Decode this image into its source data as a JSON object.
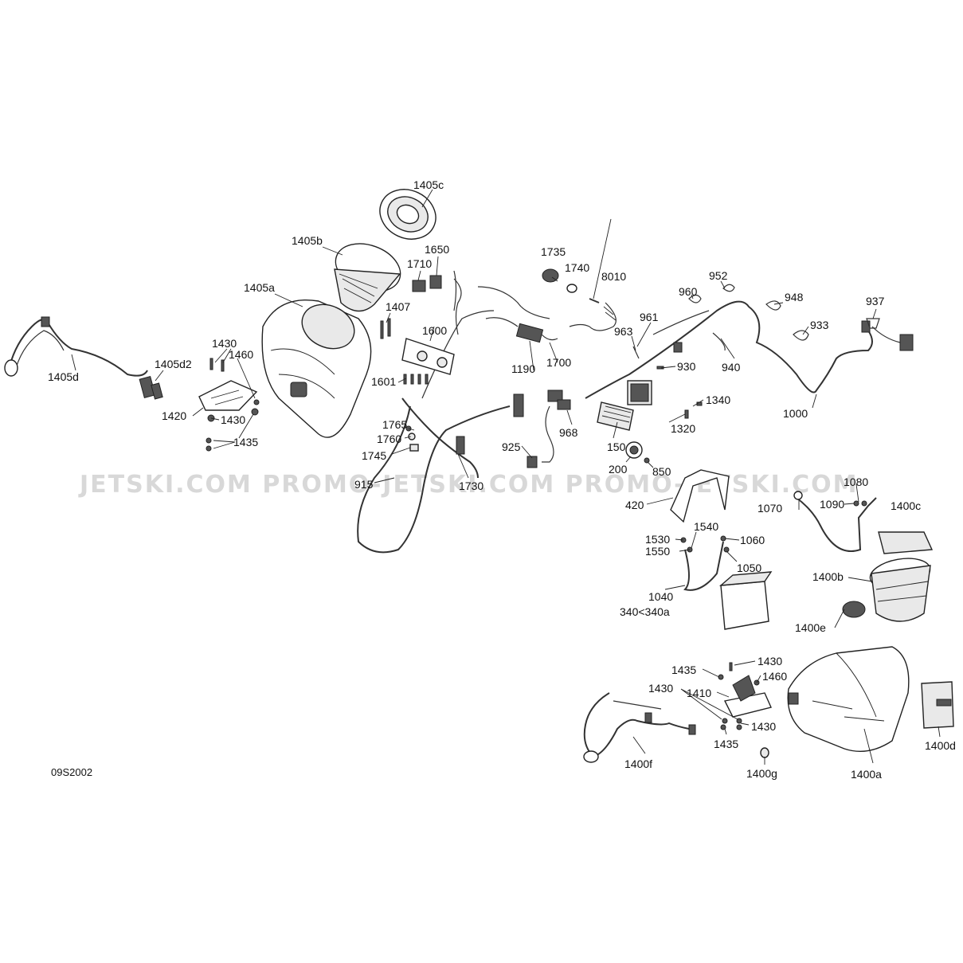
{
  "diagram_code": "09S2002",
  "watermark": "JETSKI.COM   PROMO-JETSKI.COM   PROMO-JETSKI.COM",
  "labels": {
    "l1405c": "1405c",
    "l1405b": "1405b",
    "l1405a": "1405a",
    "l1405d": "1405d",
    "l1405d2": "1405d2",
    "l1430a": "1430",
    "l1460a": "1460",
    "l1420": "1420",
    "l1430b": "1430",
    "l1435a": "1435",
    "l1407": "1407",
    "l1710": "1710",
    "l1650": "1650",
    "l1600": "1600",
    "l1601": "1601",
    "l1765": "1765",
    "l1760": "1760",
    "l1745": "1745",
    "l915": "915",
    "l1730": "1730",
    "l1735": "1735",
    "l1740": "1740",
    "l8010": "8010",
    "l1190": "1190",
    "l1700": "1700",
    "l960": "960",
    "l952": "952",
    "l948": "948",
    "l937": "937",
    "l961": "961",
    "l963": "963",
    "l933": "933",
    "l930": "930",
    "l940": "940",
    "l1340": "1340",
    "l1000": "1000",
    "l1320": "1320",
    "l968": "968",
    "l150": "150",
    "l925": "925",
    "l200": "200",
    "l850": "850",
    "l420": "420",
    "l1080": "1080",
    "l1070": "1070",
    "l1090": "1090",
    "l1400c": "1400c",
    "l1530": "1530",
    "l1540": "1540",
    "l1550": "1550",
    "l1060": "1060",
    "l1050": "1050",
    "l1040": "1040",
    "l1400b": "1400b",
    "l340": "340<340a",
    "l1400e": "1400e",
    "l1435b": "1435",
    "l1430c": "1430",
    "l1460b": "1460",
    "l1430d": "1430",
    "l1410": "1410",
    "l1430e": "1430",
    "l1435c": "1435",
    "l1400f": "1400f",
    "l1400g": "1400g",
    "l1400a": "1400a",
    "l1400d": "1400d"
  }
}
